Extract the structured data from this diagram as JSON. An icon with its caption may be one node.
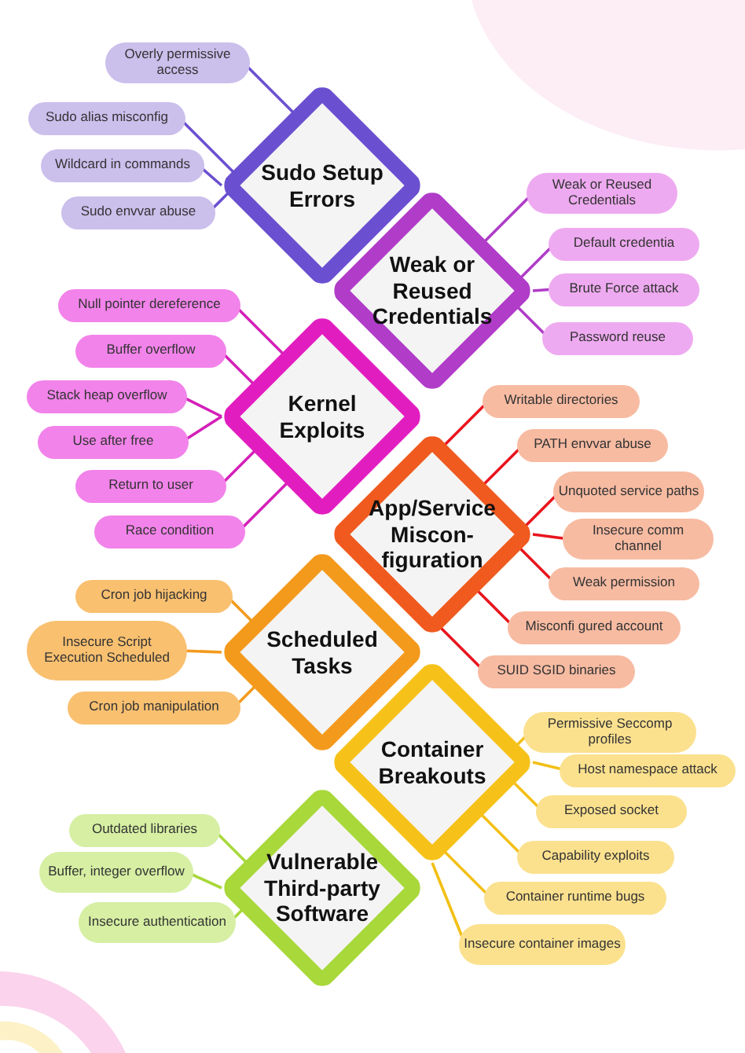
{
  "diagram": {
    "nodes": [
      {
        "text": [
          "Sudo Setup Errors"
        ]
      },
      {
        "text": [
          "Overly permissive access"
        ]
      },
      {
        "text": [
          "Sudo alias misconfig"
        ]
      },
      {
        "text": [
          "Wildcard in commands"
        ]
      },
      {
        "text": [
          "Sudo envvar abuse"
        ]
      },
      {
        "text": [
          "Weak or Reused Credentials"
        ]
      },
      {
        "text": [
          "Weak or Reused Credentials"
        ]
      },
      {
        "text": [
          "Default credentia"
        ]
      },
      {
        "text": [
          "Brute Force attack"
        ]
      },
      {
        "text": [
          "Password reuse"
        ]
      },
      {
        "text": [
          "Kernel Exploits"
        ]
      },
      {
        "text": [
          "Null pointer dereference"
        ]
      },
      {
        "text": [
          "Buffer overflow"
        ]
      },
      {
        "text": [
          "Stack heap overflow"
        ]
      },
      {
        "text": [
          "Use after free"
        ]
      },
      {
        "text": [
          "Return to user"
        ]
      },
      {
        "text": [
          "Race condition"
        ]
      },
      {
        "text": [
          "App/Service Miscon- figuration"
        ]
      },
      {
        "text": [
          "Writable directories"
        ]
      },
      {
        "text": [
          "PATH envvar abuse"
        ]
      },
      {
        "text": [
          "Unquoted service paths"
        ]
      },
      {
        "text": [
          "Insecure comm channel"
        ]
      },
      {
        "text": [
          "Weak permission"
        ]
      },
      {
        "text": [
          "Misconfi gured account"
        ]
      },
      {
        "text": [
          "SUID SGID binaries"
        ]
      },
      {
        "text": [
          "Scheduled Tasks"
        ]
      },
      {
        "text": [
          "Cron job hijacking"
        ]
      },
      {
        "text": [
          "Insecure Script Execution Scheduled"
        ]
      },
      {
        "text": [
          "Cron job manipulation"
        ]
      },
      {
        "text": [
          "Container Breakouts"
        ]
      },
      {
        "text": [
          "Permissive Seccomp profiles"
        ]
      },
      {
        "text": [
          "Host namespace attack"
        ]
      },
      {
        "text": [
          "Exposed socket"
        ]
      },
      {
        "text": [
          "Capability exploits"
        ]
      },
      {
        "text": [
          "Container runtime bugs"
        ]
      },
      {
        "text": [
          "Insecure container images"
        ]
      },
      {
        "text": [
          "Vulnerable Third-party Software"
        ]
      },
      {
        "text": [
          "Outdated libraries"
        ]
      },
      {
        "text": [
          "Buffer, integer overflow"
        ]
      },
      {
        "text": [
          "Insecure authentication"
        ]
      }
    ],
    "edges": [
      {
        "from": 0,
        "to": 1,
        "arrow": "none",
        "color": "#6a4fd0"
      },
      {
        "from": 0,
        "to": 2,
        "arrow": "none",
        "color": "#6a4fd0"
      },
      {
        "from": 0,
        "to": 3,
        "arrow": "none",
        "color": "#6a4fd0"
      },
      {
        "from": 0,
        "to": 4,
        "arrow": "none",
        "color": "#6a4fd0"
      },
      {
        "from": 5,
        "to": 6,
        "arrow": "none",
        "color": "#b03cc8"
      },
      {
        "from": 5,
        "to": 7,
        "arrow": "none",
        "color": "#b03cc8"
      },
      {
        "from": 5,
        "to": 8,
        "arrow": "none",
        "color": "#b03cc8"
      },
      {
        "from": 5,
        "to": 9,
        "arrow": "none",
        "color": "#b03cc8"
      },
      {
        "from": 10,
        "to": 11,
        "arrow": "none",
        "color": "#d41fb8"
      },
      {
        "from": 10,
        "to": 12,
        "arrow": "none",
        "color": "#d41fb8"
      },
      {
        "from": 10,
        "to": 13,
        "arrow": "none",
        "color": "#d41fb8"
      },
      {
        "from": 10,
        "to": 14,
        "arrow": "none",
        "color": "#d41fb8"
      },
      {
        "from": 10,
        "to": 15,
        "arrow": "none",
        "color": "#d41fb8"
      },
      {
        "from": 10,
        "to": 16,
        "arrow": "none",
        "color": "#d41fb8"
      },
      {
        "from": 17,
        "to": 18,
        "arrow": "none",
        "color": "#e8141e"
      },
      {
        "from": 17,
        "to": 19,
        "arrow": "none",
        "color": "#e8141e"
      },
      {
        "from": 17,
        "to": 20,
        "arrow": "none",
        "color": "#e8141e"
      },
      {
        "from": 17,
        "to": 21,
        "arrow": "none",
        "color": "#e8141e"
      },
      {
        "from": 17,
        "to": 22,
        "arrow": "none",
        "color": "#e8141e"
      },
      {
        "from": 17,
        "to": 23,
        "arrow": "none",
        "color": "#e8141e"
      },
      {
        "from": 17,
        "to": 24,
        "arrow": "none",
        "color": "#e8141e"
      },
      {
        "from": 25,
        "to": 26,
        "arrow": "none",
        "color": "#f39a1d"
      },
      {
        "from": 25,
        "to": 27,
        "arrow": "none",
        "color": "#f39a1d"
      },
      {
        "from": 25,
        "to": 28,
        "arrow": "none",
        "color": "#f39a1d"
      },
      {
        "from": 29,
        "to": 30,
        "arrow": "none",
        "color": "#f2c016"
      },
      {
        "from": 29,
        "to": 31,
        "arrow": "none",
        "color": "#f2c016"
      },
      {
        "from": 29,
        "to": 32,
        "arrow": "none",
        "color": "#f2c016"
      },
      {
        "from": 29,
        "to": 33,
        "arrow": "none",
        "color": "#f2c016"
      },
      {
        "from": 29,
        "to": 34,
        "arrow": "none",
        "color": "#f2c016"
      },
      {
        "from": 29,
        "to": 35,
        "arrow": "none",
        "color": "#f2c016"
      },
      {
        "from": 36,
        "to": 37,
        "arrow": "none",
        "color": "#a8d83a"
      },
      {
        "from": 36,
        "to": 38,
        "arrow": "none",
        "color": "#a8d83a"
      },
      {
        "from": 36,
        "to": 39,
        "arrow": "none",
        "color": "#a8d83a"
      }
    ]
  }
}
